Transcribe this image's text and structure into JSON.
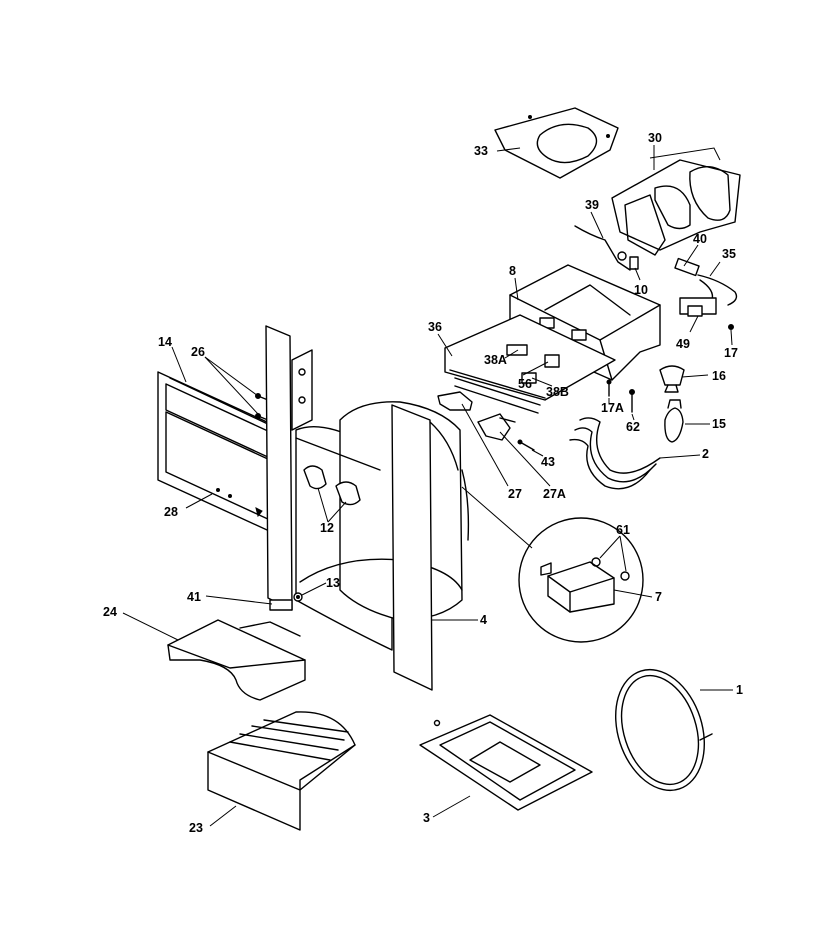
{
  "callouts": {
    "c33": "33",
    "c30": "30",
    "c39": "39",
    "c40": "40",
    "c35": "35",
    "c10": "10",
    "c8": "8",
    "c36": "36",
    "c49": "49",
    "c17": "17",
    "c38A": "38A",
    "c56": "56",
    "c38B": "38B",
    "c16": "16",
    "c17A": "17A",
    "c62": "62",
    "c15": "15",
    "c2": "2",
    "c43": "43",
    "c27": "27",
    "c27A": "27A",
    "c14": "14",
    "c26": "26",
    "c28": "28",
    "c12": "12",
    "c61": "61",
    "c7": "7",
    "c41": "41",
    "c13": "13",
    "c4": "4",
    "c24": "24",
    "c1": "1",
    "c23": "23",
    "c3": "3"
  }
}
